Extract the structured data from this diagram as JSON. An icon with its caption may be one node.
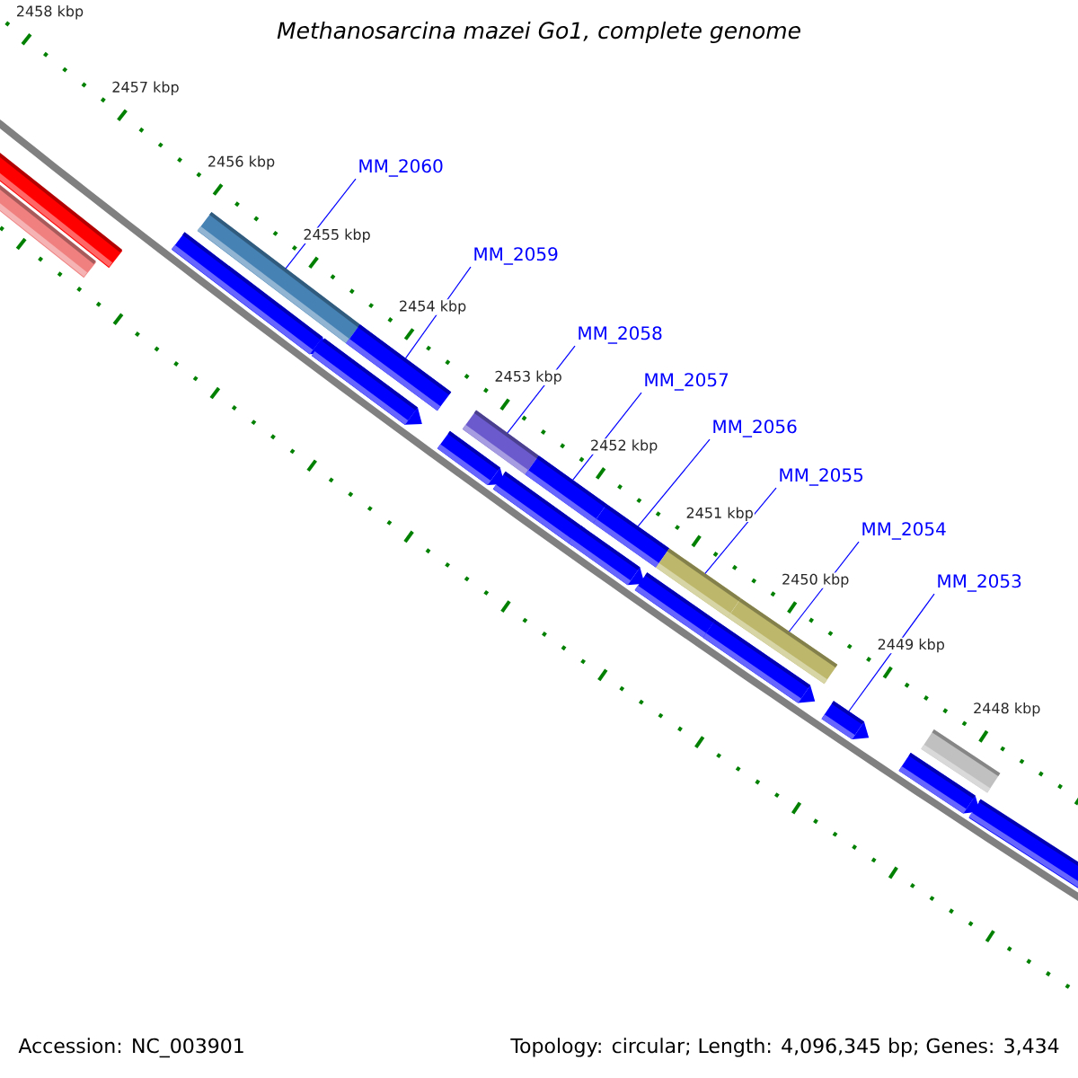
{
  "diagram": {
    "title": "Methanosarcina mazei Go1, complete genome",
    "nodes": [
      {
        "text": [
          "MM_2060"
        ]
      },
      {
        "text": [
          "MM_2059"
        ]
      },
      {
        "text": [
          "MM_2058"
        ]
      },
      {
        "text": [
          "MM_2057"
        ]
      },
      {
        "text": [
          "MM_2056"
        ]
      },
      {
        "text": [
          "MM_2055"
        ]
      },
      {
        "text": [
          "MM_2054"
        ]
      },
      {
        "text": [
          "MM_2053"
        ]
      },
      {
        "text": [],
        "shape": "bar"
      },
      {
        "text": [],
        "shape": "bar"
      },
      {
        "text": [],
        "shape": "bar"
      },
      {
        "text": [],
        "shape": "bar"
      },
      {
        "text": [],
        "shape": "bar"
      },
      {
        "text": [],
        "shape": "bar"
      },
      {
        "text": [],
        "shape": "bar"
      },
      {
        "text": [],
        "shape": "bar"
      },
      {
        "text": [],
        "shape": "bar"
      },
      {
        "text": [],
        "shape": "bar"
      },
      {
        "text": [],
        "shape": "pentagon"
      },
      {
        "text": [],
        "shape": "pentagon"
      },
      {
        "text": [],
        "shape": "pentagon"
      },
      {
        "text": [],
        "shape": "pentagon"
      },
      {
        "text": [],
        "shape": "pentagon"
      },
      {
        "text": [],
        "shape": "pentagon"
      },
      {
        "text": [],
        "shape": "pentagon"
      },
      {
        "text": [],
        "shape": "pentagon"
      },
      {
        "text": [],
        "shape": "pentagon"
      },
      {
        "text": [],
        "shape": "pentagon"
      }
    ],
    "edges": [
      {
        "from": 0,
        "to": 10,
        "arrow": "none"
      },
      {
        "from": 1,
        "to": 11,
        "arrow": "none"
      },
      {
        "from": 2,
        "to": 12,
        "arrow": "none"
      },
      {
        "from": 3,
        "to": 13,
        "arrow": "none"
      },
      {
        "from": 4,
        "to": 14,
        "arrow": "none"
      },
      {
        "from": 5,
        "to": 15,
        "arrow": "none"
      },
      {
        "from": 6,
        "to": 16,
        "arrow": "none"
      },
      {
        "from": 7,
        "to": 25,
        "arrow": "none"
      }
    ],
    "labels": [
      "2458 kbp",
      "2457 kbp",
      "2456 kbp",
      "2455 kbp",
      "2454 kbp",
      "2453 kbp",
      "2452 kbp",
      "2451 kbp",
      "2450 kbp",
      "2449 kbp",
      "2448 kbp",
      "Accession: NC_003901",
      "Topology: circular; Length: 4,096,345 bp; Genes: 3,434"
    ]
  }
}
